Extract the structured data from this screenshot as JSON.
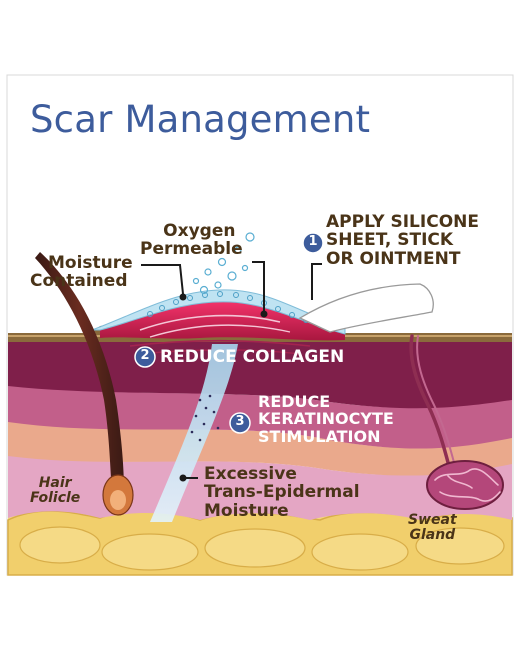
{
  "title": "Scar Management",
  "labels": {
    "oxygen": [
      "Oxygen",
      "Permeable"
    ],
    "moisture_contained": [
      "Moisture",
      "Contained"
    ],
    "step1": {
      "number": "1",
      "lines": [
        "APPLY SILICONE",
        "SHEET, STICK",
        "OR OINTMENT"
      ]
    },
    "step2": {
      "number": "2",
      "text": "REDUCE COLLAGEN"
    },
    "step3": {
      "number": "3",
      "lines": [
        "REDUCE",
        "KERATINOCYTE",
        "STIMULATION"
      ]
    },
    "tewl": [
      "Excessive",
      "Trans-Epidermal",
      "Moisture"
    ],
    "hair_follicle": [
      "Hair",
      "Folicle"
    ],
    "sweat_gland": [
      "Sweat",
      "Gland"
    ]
  },
  "colors": {
    "title": "#3d5c9c",
    "label_text": "#4a3418",
    "step_badge": "#3d5c9c",
    "dermis_top": "#7f1f4a",
    "dermis_mid": "#b5547c",
    "dermis_low": "#d486a8",
    "fat": "#f2d272",
    "scar": "#e0245a",
    "silicone": "#bfe3f2"
  }
}
